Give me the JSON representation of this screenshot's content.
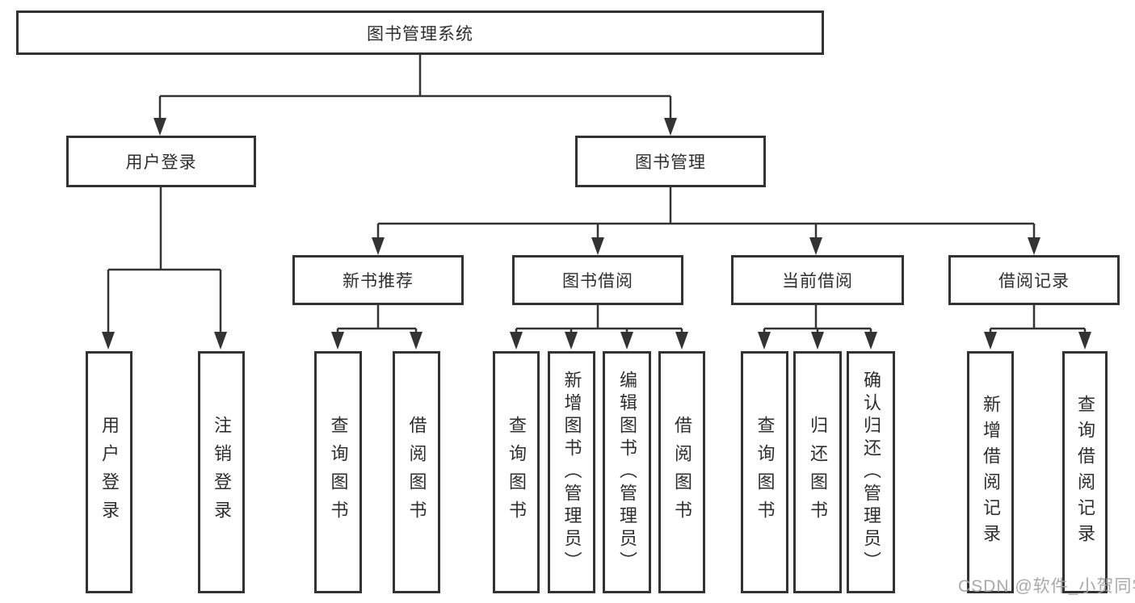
{
  "tree": {
    "label": "图书管理系统",
    "children": [
      {
        "label": "用户登录",
        "children": [
          {
            "label": "用户登录"
          },
          {
            "label": "注销登录"
          }
        ]
      },
      {
        "label": "图书管理",
        "children": [
          {
            "label": "新书推荐",
            "children": [
              {
                "label": "查询图书"
              },
              {
                "label": "借阅图书"
              }
            ]
          },
          {
            "label": "图书借阅",
            "children": [
              {
                "label": "查询图书"
              },
              {
                "label": "新增图书（管理员）"
              },
              {
                "label": "编辑图书（管理员）"
              },
              {
                "label": "借阅图书"
              }
            ]
          },
          {
            "label": "当前借阅",
            "children": [
              {
                "label": "查询图书"
              },
              {
                "label": "归还图书"
              },
              {
                "label": "确认归还（管理员）"
              }
            ]
          },
          {
            "label": "借阅记录",
            "children": [
              {
                "label": "新增借阅记录"
              },
              {
                "label": "查询借阅记录"
              }
            ]
          }
        ]
      }
    ]
  },
  "watermark": {
    "text": "CSDN @软件_小贺同学"
  },
  "colors": {
    "background": "#ffffff",
    "line": "#333333",
    "box_border": "#333333",
    "box_fill": "#ffffff",
    "text": "#2e2e2e",
    "watermark": "#a2a2a2"
  }
}
